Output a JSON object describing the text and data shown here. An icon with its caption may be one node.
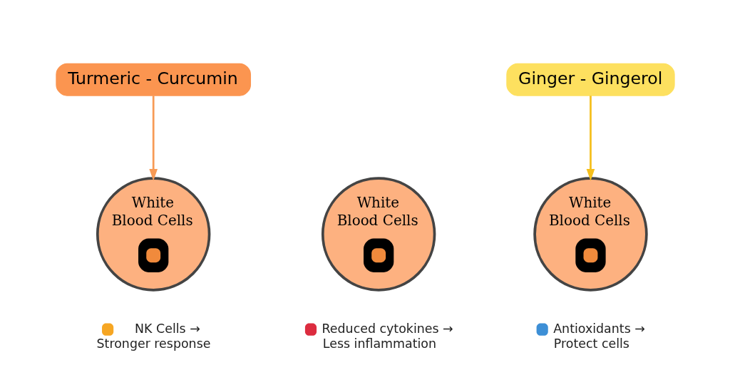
{
  "diagram": {
    "nodes": [
      {
        "text": [
          "Turmeric - Curcumin"
        ]
      },
      {
        "text": [
          "Ginger - Gingerol"
        ]
      },
      {
        "text": [
          "White Blood Cells"
        ],
        "beside": [
          "NK Cells → Stronger response"
        ]
      },
      {
        "text": [
          "White Blood Cells"
        ],
        "beside": [
          "Reduced cytokines → Less inflammation"
        ]
      },
      {
        "text": [
          "White Blood Cells"
        ],
        "beside": [
          "Antioxidants → Protect cells"
        ]
      }
    ],
    "edges": [
      {
        "from": 0,
        "to": 2,
        "arrow": "to",
        "color": "#f79a55"
      },
      {
        "from": 1,
        "to": 4,
        "arrow": "to",
        "color": "#f5bf1c"
      }
    ]
  }
}
